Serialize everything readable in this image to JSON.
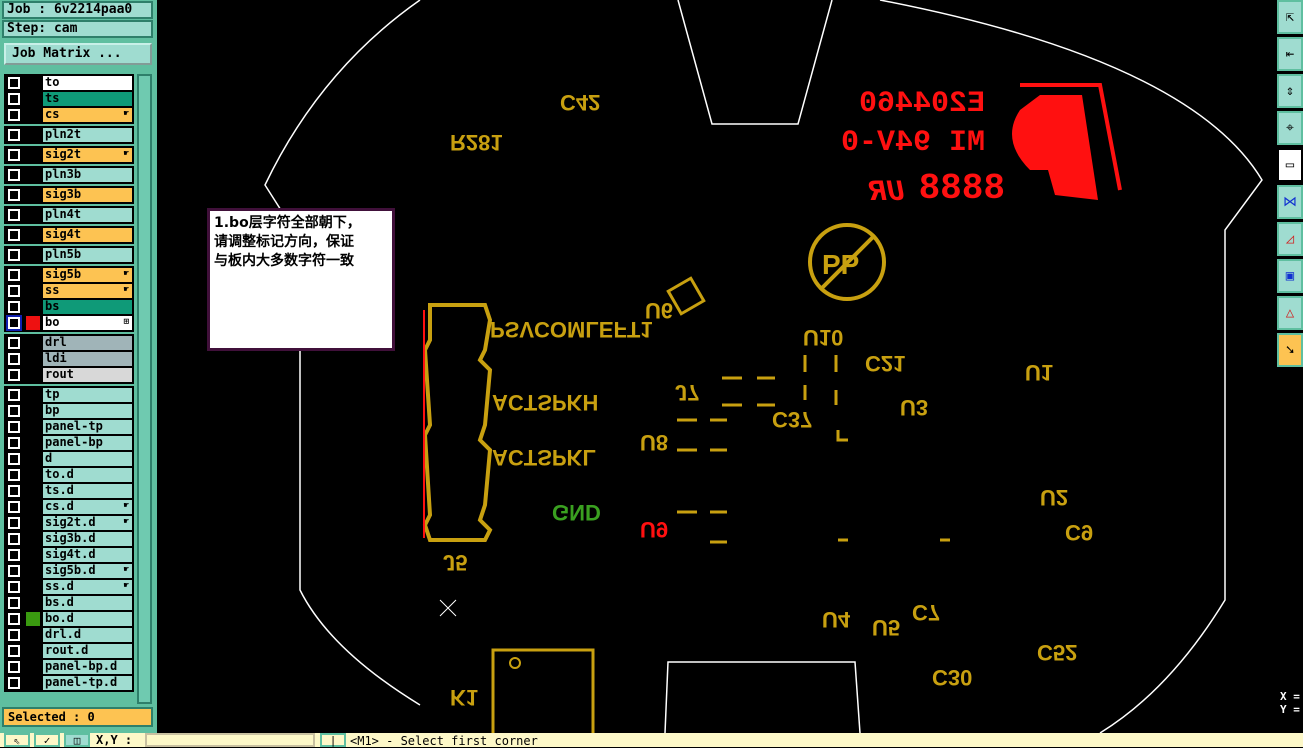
{
  "job_label": "Job : 6v2214paa0",
  "step_label": "Step: cam",
  "job_matrix_button": "Job Matrix ...",
  "layer_groups": [
    [
      {
        "name": "to",
        "color": "#ffffff"
      },
      {
        "name": "ts",
        "color": "#0f9a78"
      },
      {
        "name": "cs",
        "color": "#fdc352",
        "hand": true
      }
    ],
    [
      {
        "name": "pln2t",
        "color": "#9fdcd0"
      }
    ],
    [
      {
        "name": "sig2t",
        "color": "#fdc352",
        "hand": true
      }
    ],
    [
      {
        "name": "pln3b",
        "color": "#9fdcd0"
      }
    ],
    [
      {
        "name": "sig3b",
        "color": "#fdc352"
      }
    ],
    [
      {
        "name": "pln4t",
        "color": "#9fdcd0"
      }
    ],
    [
      {
        "name": "sig4t",
        "color": "#fdc352"
      }
    ],
    [
      {
        "name": "pln5b",
        "color": "#9fdcd0"
      }
    ],
    [
      {
        "name": "sig5b",
        "color": "#fdc352",
        "hand": true
      },
      {
        "name": "ss",
        "color": "#fdc352",
        "hand": true
      },
      {
        "name": "bs",
        "color": "#0f9a78"
      },
      {
        "name": "bo",
        "color": "#ffffff",
        "work": "#ee1111",
        "selected": true,
        "mark": "⊞"
      }
    ],
    [
      {
        "name": "drl",
        "color": "#a0b4b8"
      },
      {
        "name": "ldi",
        "color": "#a0b4b8"
      },
      {
        "name": "rout",
        "color": "#d8d8d8"
      }
    ],
    [
      {
        "name": "tp",
        "color": "#9fdcd0"
      },
      {
        "name": "bp",
        "color": "#9fdcd0"
      },
      {
        "name": "panel-tp",
        "color": "#9fdcd0"
      },
      {
        "name": "panel-bp",
        "color": "#9fdcd0"
      },
      {
        "name": "d",
        "color": "#9fdcd0"
      },
      {
        "name": "to.d",
        "color": "#9fdcd0"
      },
      {
        "name": "ts.d",
        "color": "#9fdcd0"
      },
      {
        "name": "cs.d",
        "color": "#9fdcd0",
        "hand": true
      },
      {
        "name": "sig2t.d",
        "color": "#9fdcd0",
        "hand": true
      },
      {
        "name": "sig3b.d",
        "color": "#9fdcd0"
      },
      {
        "name": "sig4t.d",
        "color": "#9fdcd0"
      },
      {
        "name": "sig5b.d",
        "color": "#9fdcd0",
        "hand": true
      },
      {
        "name": "ss.d",
        "color": "#9fdcd0",
        "hand": true
      },
      {
        "name": "bs.d",
        "color": "#9fdcd0"
      },
      {
        "name": "bo.d",
        "color": "#9fdcd0",
        "work": "#3a9a10"
      },
      {
        "name": "drl.d",
        "color": "#9fdcd0"
      },
      {
        "name": "rout.d",
        "color": "#9fdcd0"
      },
      {
        "name": "panel-bp.d",
        "color": "#9fdcd0"
      },
      {
        "name": "panel-tp.d",
        "color": "#9fdcd0"
      }
    ]
  ],
  "selected_label": "Selected : 0",
  "bottom": {
    "xy_label": "X,Y :",
    "xy_value": "",
    "prompt": "<M1> - Select first corner"
  },
  "coords": {
    "x_label": "X =",
    "y_label": "Y ="
  },
  "note": {
    "lines": [
      "1.bo层字符全部朝下，",
      "请调整标记方向，保证",
      "与板内大多数字符一致"
    ]
  },
  "board": {
    "logo_lines": [
      "E204460",
      "MI 94V-0",
      "8888",
      "UR"
    ],
    "labels": [
      "R281",
      "C42",
      "PSVCOMLEFT1",
      "ACTSPKH",
      "ACTSPKL",
      "GND",
      "J5",
      "K1",
      "U6",
      "U10",
      "C21",
      "U1",
      "U3",
      "C37",
      "U8",
      "U9",
      "J7",
      "U2",
      "C9",
      "U4",
      "U5",
      "C7",
      "C52",
      "C30",
      "PP"
    ]
  },
  "colors": {
    "panel": "#5fbfa0",
    "silk": "#c8a010",
    "red": "#ff1010",
    "green": "#3aa020"
  }
}
